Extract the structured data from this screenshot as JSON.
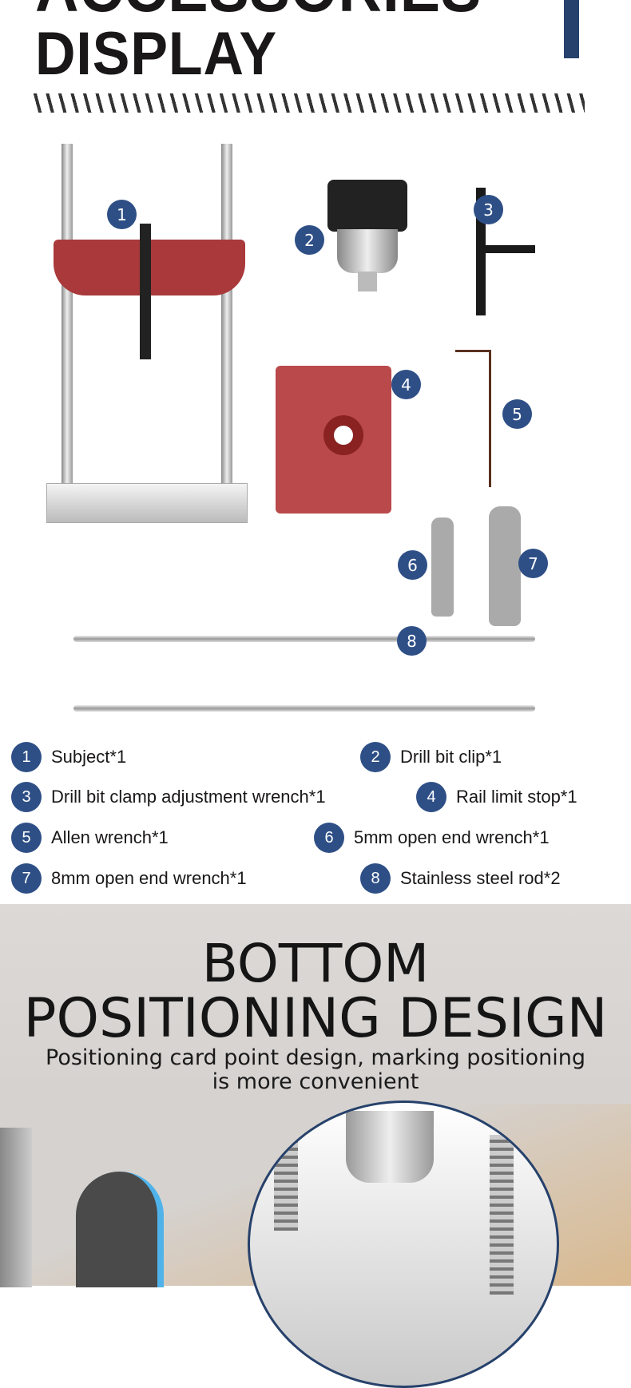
{
  "header": {
    "title_line1": "ACCESSORIES",
    "title_line2": "DISPLAY",
    "accent": "#26416b"
  },
  "markers": [
    "1",
    "2",
    "3",
    "4",
    "5",
    "6",
    "7",
    "8"
  ],
  "legend": [
    {
      "num": "1",
      "label": "Subject*1"
    },
    {
      "num": "2",
      "label": "Drill bit clip*1"
    },
    {
      "num": "3",
      "label": "Drill bit clamp adjustment wrench*1"
    },
    {
      "num": "4",
      "label": "Rail limit stop*1"
    },
    {
      "num": "5",
      "label": "Allen wrench*1"
    },
    {
      "num": "6",
      "label": "5mm open end wrench*1"
    },
    {
      "num": "7",
      "label": "8mm open end wrench*1"
    },
    {
      "num": "8",
      "label": "Stainless steel rod*2"
    }
  ],
  "bottom": {
    "title_line1": "BOTTOM",
    "title_line2": "POSITIONING DESIGN",
    "subtitle_line1": "Positioning card point design, marking positioning",
    "subtitle_line2": "is more convenient"
  }
}
